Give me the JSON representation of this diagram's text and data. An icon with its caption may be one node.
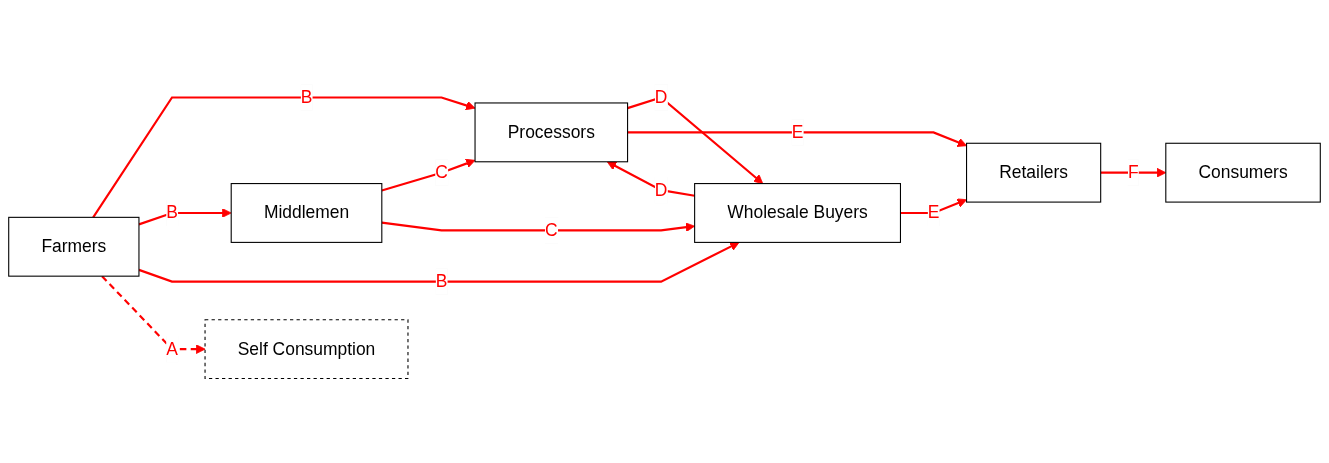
{
  "diagram": {
    "nodes": [
      {
        "text": [
          "Farmers"
        ]
      },
      {
        "text": [
          "Middlemen"
        ]
      },
      {
        "text": [
          "Processors"
        ]
      },
      {
        "text": [
          "Wholesale Buyers"
        ]
      },
      {
        "text": [
          "Retailers"
        ]
      },
      {
        "text": [
          "Consumers"
        ]
      },
      {
        "text": [
          "Self Consumption"
        ]
      }
    ],
    "edges": [
      {
        "from": 0,
        "to": 2,
        "arrow": "to",
        "label": "B"
      },
      {
        "from": 0,
        "to": 1,
        "arrow": "to",
        "label": "B"
      },
      {
        "from": 0,
        "to": 3,
        "arrow": "to",
        "label": "B"
      },
      {
        "from": 0,
        "to": 6,
        "arrow": "to",
        "label": "A",
        "style": "dashed"
      },
      {
        "from": 1,
        "to": 2,
        "arrow": "to",
        "label": "C"
      },
      {
        "from": 1,
        "to": 3,
        "arrow": "to",
        "label": "C"
      },
      {
        "from": 2,
        "to": 3,
        "arrow": "to",
        "label": "D"
      },
      {
        "from": 3,
        "to": 2,
        "arrow": "to",
        "label": "D"
      },
      {
        "from": 2,
        "to": 4,
        "arrow": "to",
        "label": "E"
      },
      {
        "from": 3,
        "to": 4,
        "arrow": "to",
        "label": "E"
      },
      {
        "from": 4,
        "to": 5,
        "arrow": "to",
        "label": "F"
      }
    ]
  }
}
